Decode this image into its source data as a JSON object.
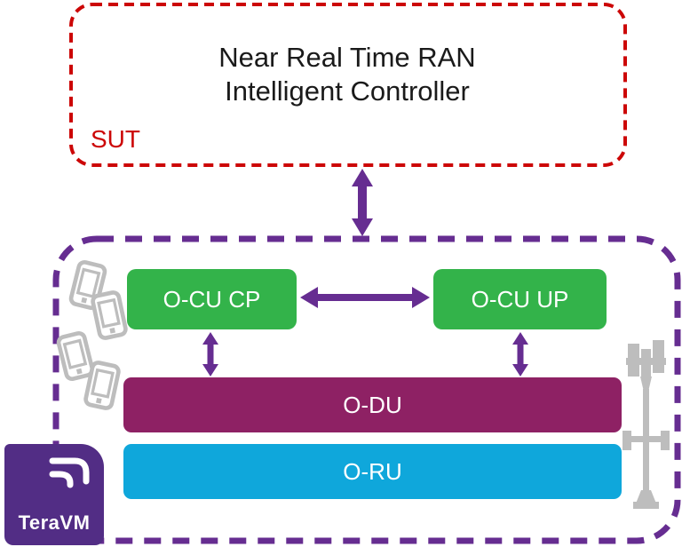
{
  "diagram": {
    "sut": {
      "label": "SUT",
      "title_line1": "Near Real Time RAN",
      "title_line2": "Intelligent Controller"
    },
    "nodes": {
      "ocu_cp": "O-CU CP",
      "ocu_up": "O-CU UP",
      "odu": "O-DU",
      "oru": "O-RU"
    },
    "teravm": {
      "label": "TeraVM"
    },
    "icons": {
      "phones": "smartphone-icon",
      "phone_count": "4",
      "tower": "cell-tower-icon",
      "logo": "teravm-swoosh-logo-icon"
    },
    "connections": [
      "RIC <-> TeraVM environment (vertical double arrow)",
      "O-CU CP <-> O-CU UP (horizontal double arrow)",
      "O-CU CP <-> O-DU (vertical double arrow)",
      "O-CU UP <-> O-DU (vertical double arrow)"
    ]
  },
  "colors": {
    "red": "#cc0606",
    "purple": "#662d91",
    "green": "#33b34a",
    "magenta": "#8e2164",
    "cyan": "#0fa7db",
    "teravm": "#522d85",
    "gray": "#bdbdbd"
  }
}
